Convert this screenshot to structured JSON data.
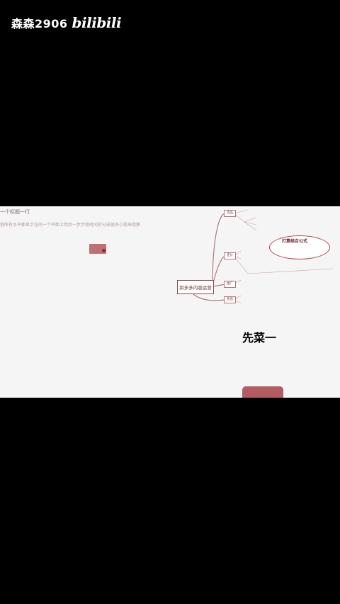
{
  "watermark": {
    "user": "森森2906",
    "logo": "bilibili"
  },
  "video": {
    "top_line": "一个标题一行",
    "sub_line": "把所有水平都显示在同一个平面上然后一步步把时间拆分成很多小段来观察",
    "mindmap": {
      "center": "拼多多内容运营",
      "branches": [
        "选品",
        "定价",
        "推广",
        "售后"
      ],
      "bubble_title": "打算结合公式"
    },
    "overlay_text": "先菜一"
  },
  "colors": {
    "background": "#000000",
    "canvas": "#f6f5f6",
    "accent": "#b25c62"
  }
}
